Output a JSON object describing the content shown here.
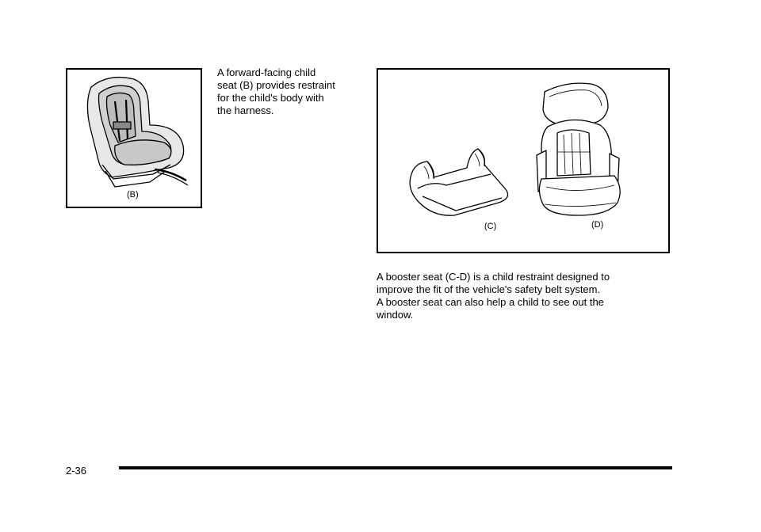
{
  "figure_b": {
    "label": "(B)"
  },
  "figure_cd": {
    "label_c": "(C)",
    "label_d": "(D)"
  },
  "paragraph_1": {
    "lines": [
      "A forward-facing child",
      "seat (B) provides restraint",
      "for the child's body with",
      "the harness."
    ]
  },
  "paragraph_2": {
    "lines": [
      "A booster seat (C-D) is a child restraint designed to",
      "improve the fit of the vehicle's safety belt system.",
      "A booster seat can also help a child to see out the",
      "window."
    ]
  },
  "footer": {
    "page_number": "2-36"
  }
}
